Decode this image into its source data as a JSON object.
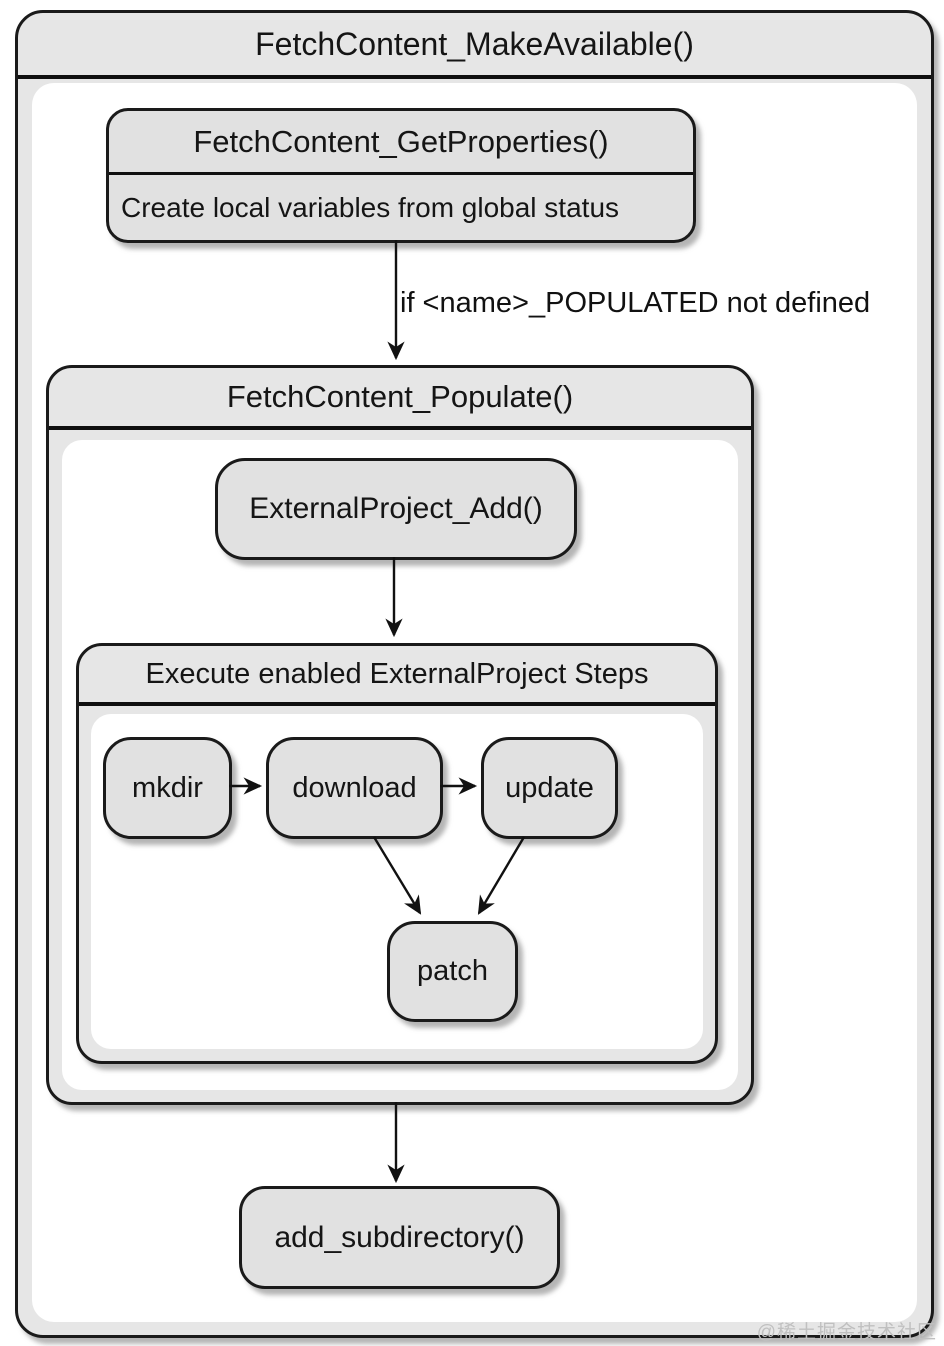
{
  "outer": {
    "title": "FetchContent_MakeAvailable()"
  },
  "get_properties": {
    "title": "FetchContent_GetProperties()",
    "description": "Create local variables from global status"
  },
  "edges": {
    "populate_condition": "if <name>_POPULATED not defined"
  },
  "populate": {
    "title": "FetchContent_Populate()",
    "external_project_add": "ExternalProject_Add()"
  },
  "steps": {
    "title": "Execute enabled ExternalProject Steps",
    "mkdir": "mkdir",
    "download": "download",
    "update": "update",
    "patch": "patch"
  },
  "add_subdirectory": "add_subdirectory()",
  "watermark": "@稀土掘金技术社区",
  "colors": {
    "node_fill": "#e1e1e1",
    "container_fill": "#e6e6e6",
    "border": "#1a1a1a",
    "inner_background": "#ffffff",
    "arrow": "#111111",
    "watermark": "#c0c0c0"
  }
}
